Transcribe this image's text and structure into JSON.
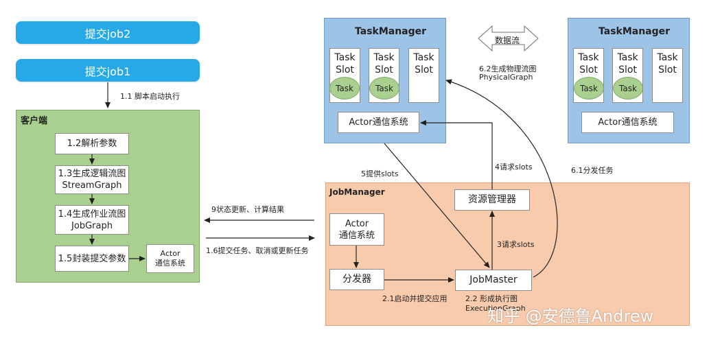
{
  "submit": {
    "job2": "提交job2",
    "job1": "提交job1",
    "step_1_1": "1.1 脚本启动执行"
  },
  "client": {
    "title": "客户端",
    "step_1_2": "1.2解析参数",
    "step_1_3_line1": "1.3生成逻辑流图",
    "step_1_3_line2": "StreamGraph",
    "step_1_4_line1": "1.4生成作业流图",
    "step_1_4_line2": "JobGraph",
    "step_1_5": "1.5封装提交参数",
    "actor_line1": "Actor",
    "actor_line2": "通信系统"
  },
  "messages": {
    "status_update": "9状态更新、计算结果",
    "submit_cancel": "1.6提交任务、取消或更新任务",
    "provide_slots": "5提供slots",
    "request_slots_4": "4请求slots",
    "deploy_tasks": "6.1分发任务",
    "data_stream": "数据流",
    "physical_line1": "6.2生成物理流图",
    "physical_line2": "PhysicalGraph"
  },
  "taskmanager_left": {
    "title": "TaskManager",
    "slot_line1": "Task",
    "slot_line2": "Slot",
    "task_label": "Task",
    "actor": "Actor通信系统"
  },
  "taskmanager_right": {
    "title": "TaskManager",
    "slot_line1": "Task",
    "slot_line2": "Slot",
    "task_label": "Task",
    "actor": "Actor通信系统"
  },
  "jobmanager": {
    "title": "JobManager",
    "actor_line1": "Actor",
    "actor_line2": "通信系统",
    "resource_manager": "资源管理器",
    "dispatcher": "分发器",
    "job_master": "JobMaster",
    "request_slots_3": "3请求slots",
    "start_app": "2.1启动并提交应用",
    "exec_graph_line1": "2.2 形成执行图",
    "exec_graph_line2": "ExecutionGraph"
  },
  "watermark": "知乎 @安德鲁Andrew",
  "colors": {
    "submit_blue": "#27a9e8",
    "client_green": "#a9d08e",
    "taskmanager_blue": "#9dc3e6",
    "jobmanager_orange": "#f8cbad",
    "task_green": "#a9d08e"
  }
}
